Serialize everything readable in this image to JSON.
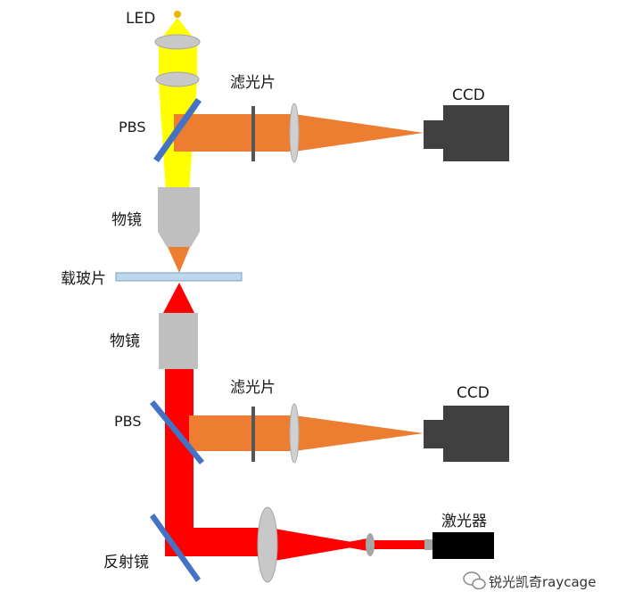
{
  "labels": {
    "led": "LED",
    "filter_top": "滤光片",
    "ccd_top": "CCD",
    "pbs_top": "PBS",
    "objective_top": "物镜",
    "slide": "载玻片",
    "objective_bottom": "物镜",
    "filter_bottom": "滤光片",
    "ccd_bottom": "CCD",
    "pbs_bottom": "PBS",
    "laser": "激光器",
    "mirror": "反射镜"
  },
  "watermark": {
    "text": "锐光凯奇raycage",
    "icon": "wechat-icon"
  },
  "colors": {
    "led_beam": "#ffff00",
    "fluorescence_beam": "#ed7d31",
    "laser_beam": "#ff0000",
    "optic_gray": "#bfbfbf",
    "ccd_body": "#404040",
    "laser_body": "#000000",
    "pbs_blue": "#4472c4",
    "slide_fill": "#bdd7ee"
  }
}
